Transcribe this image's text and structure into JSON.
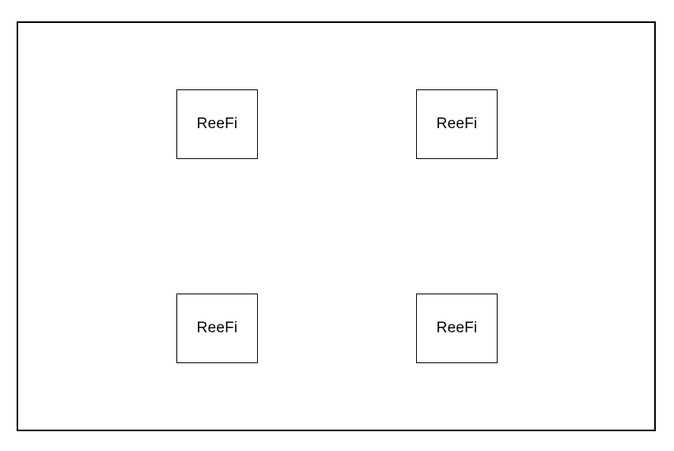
{
  "diagram": {
    "background_color": "#ffffff",
    "line_color": "#000000",
    "frame": {
      "description": "outer-rectangle-border"
    },
    "nodes": [
      {
        "label": "ReeFi"
      },
      {
        "label": "ReeFi"
      },
      {
        "label": "ReeFi"
      },
      {
        "label": "ReeFi"
      }
    ]
  }
}
